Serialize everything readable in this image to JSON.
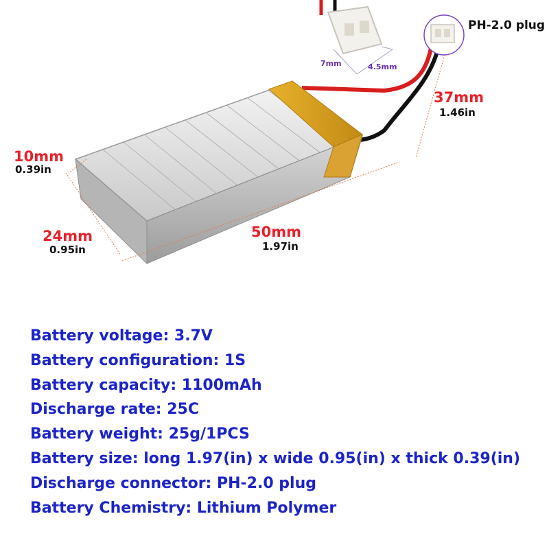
{
  "colors": {
    "mm_label": "#e8212a",
    "inch_label": "#111111",
    "spec_text": "#1c24c8",
    "connector_annotation": "#6a2fb5",
    "dimension_line": "#e07a4a"
  },
  "product_image": {
    "icons": [
      "lipo-battery-pack-icon",
      "ph2-connector-icon",
      "wire-leads-icon"
    ],
    "dimensions": {
      "thickness": {
        "mm": "10mm",
        "in": "0.39in"
      },
      "width": {
        "mm": "24mm",
        "in": "0.95in"
      },
      "length": {
        "mm": "50mm",
        "in": "1.97in"
      },
      "wire": {
        "mm": "37mm",
        "in": "1.46in"
      }
    },
    "connector": {
      "label": "PH-2.0 plug",
      "width": "7mm",
      "depth": "4.5mm"
    }
  },
  "specs": [
    "Battery voltage: 3.7V",
    "Battery configuration: 1S",
    "Battery capacity: 1100mAh",
    "Discharge rate: 25C",
    "Battery weight: 25g/1PCS",
    "Battery size: long 1.97(in) x wide 0.95(in) x thick 0.39(in)",
    "Discharge connector: PH-2.0 plug",
    "Battery Chemistry: Lithium Polymer"
  ]
}
